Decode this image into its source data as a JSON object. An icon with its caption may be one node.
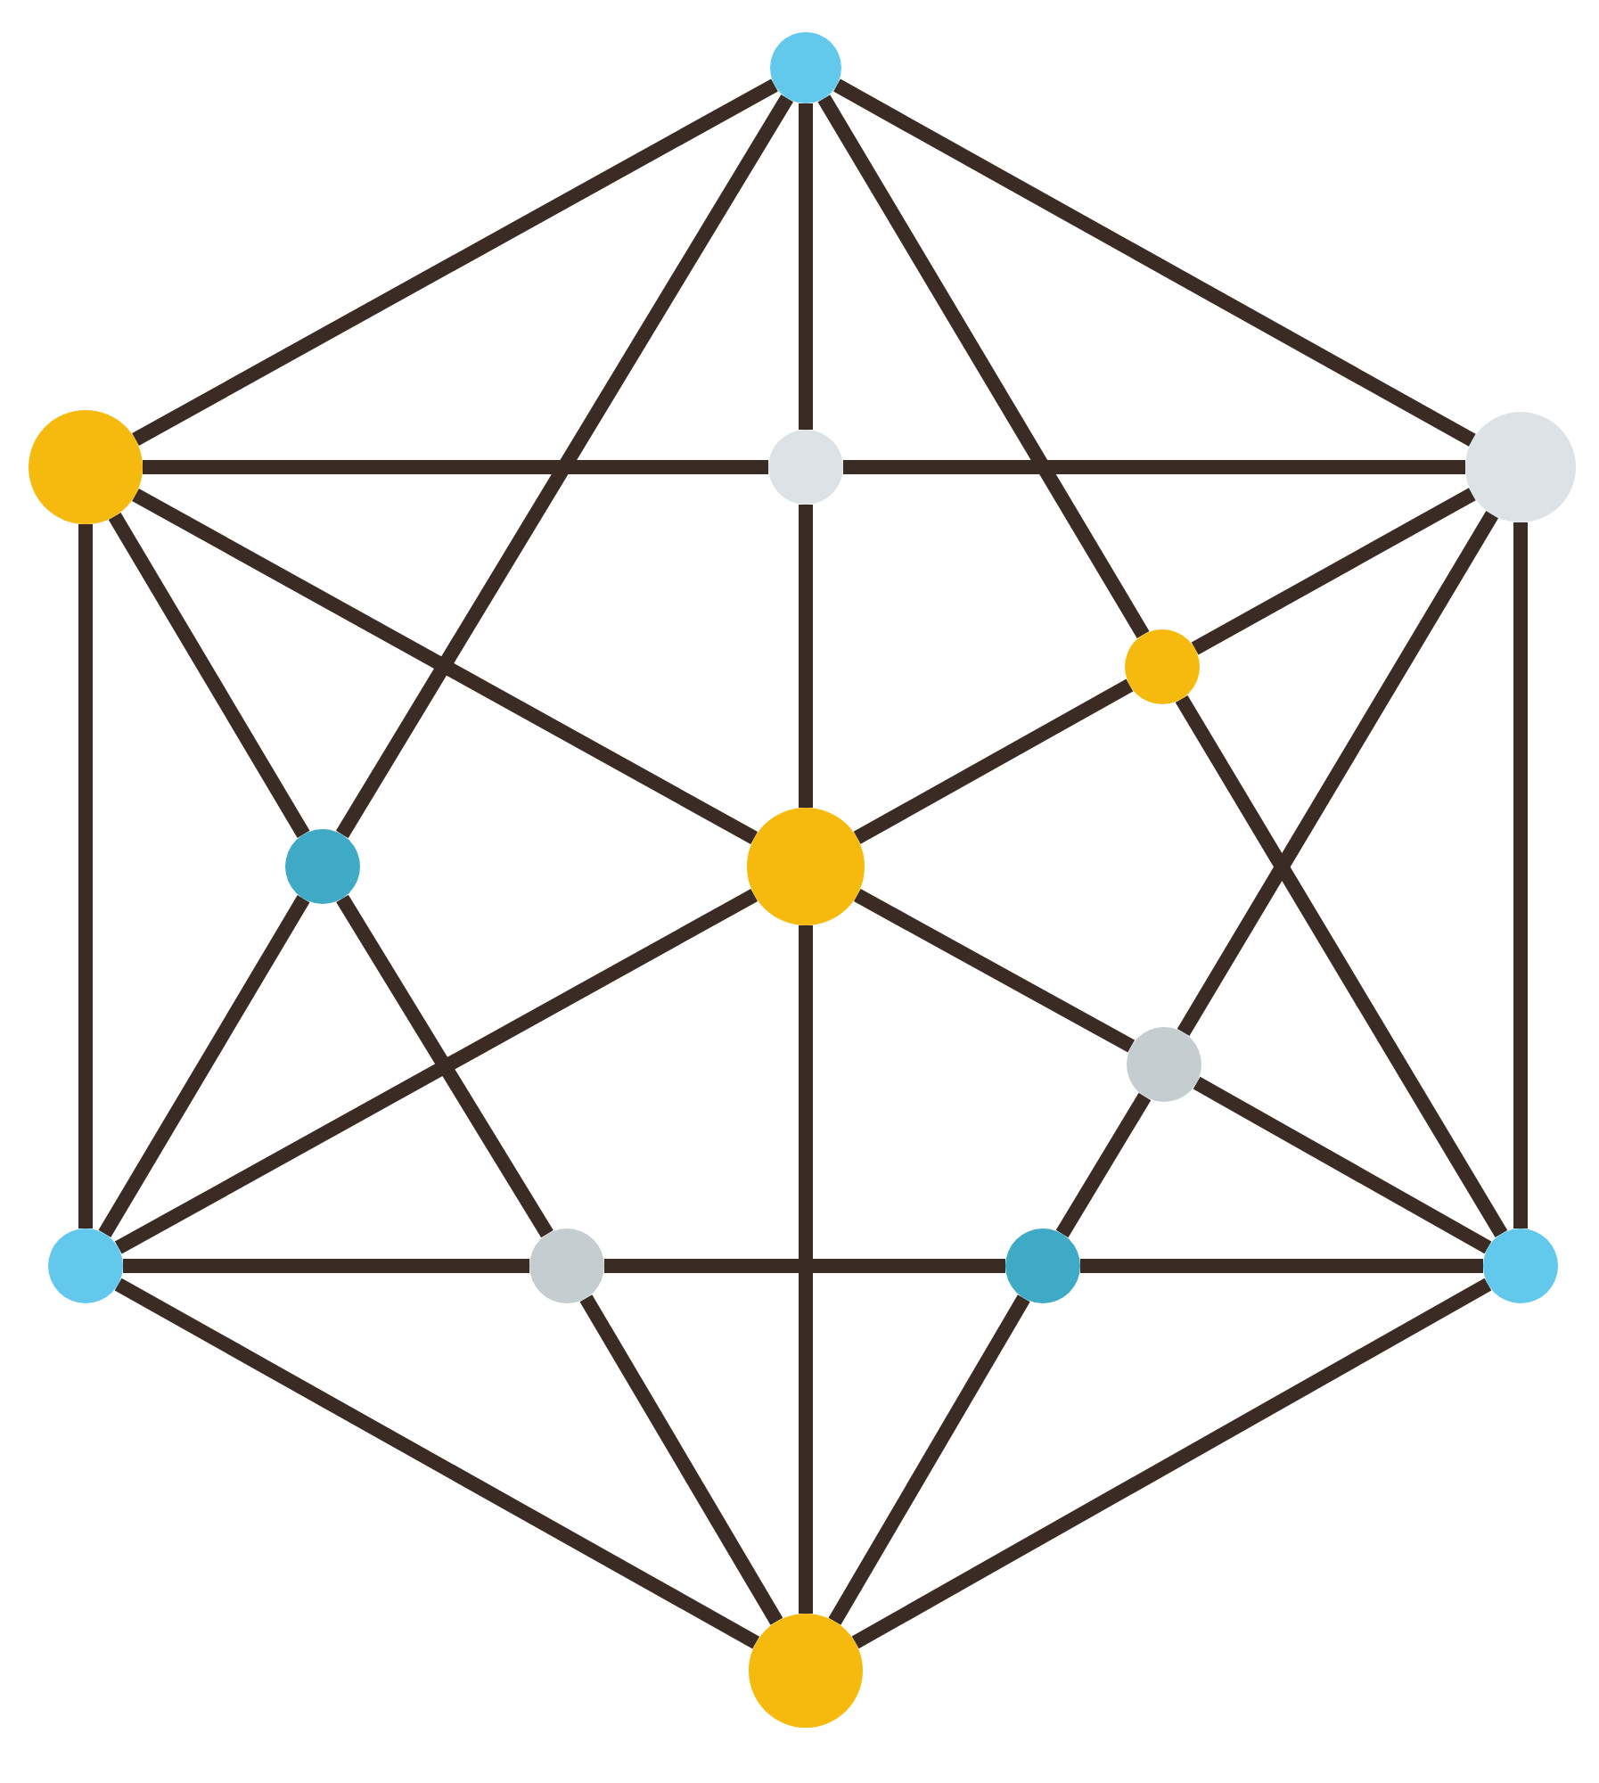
{
  "diagram": {
    "nodes": [
      {
        "text": [],
        "shape": "circle"
      },
      {
        "text": [],
        "shape": "circle"
      },
      {
        "text": [],
        "shape": "circle"
      },
      {
        "text": [],
        "shape": "circle"
      },
      {
        "text": [],
        "shape": "circle"
      },
      {
        "text": [],
        "shape": "circle"
      },
      {
        "text": [],
        "shape": "circle"
      },
      {
        "text": [],
        "shape": "circle"
      },
      {
        "text": [],
        "shape": "circle"
      },
      {
        "text": [],
        "shape": "circle"
      },
      {
        "text": [],
        "shape": "circle"
      },
      {
        "text": [],
        "shape": "circle"
      },
      {
        "text": [],
        "shape": "circle"
      }
    ],
    "edges": [
      {
        "from": 0,
        "to": 1,
        "arrow": "none"
      },
      {
        "from": 0,
        "to": 5,
        "arrow": "none"
      },
      {
        "from": 0,
        "to": 2,
        "arrow": "none"
      },
      {
        "from": 0,
        "to": 4,
        "arrow": "none"
      },
      {
        "from": 0,
        "to": 3,
        "arrow": "none"
      },
      {
        "from": 1,
        "to": 2,
        "arrow": "none"
      },
      {
        "from": 2,
        "to": 3,
        "arrow": "none"
      },
      {
        "from": 1,
        "to": 8,
        "arrow": "none"
      },
      {
        "from": 1,
        "to": 5,
        "arrow": "none"
      },
      {
        "from": 1,
        "to": 6,
        "arrow": "none"
      },
      {
        "from": 2,
        "to": 6,
        "arrow": "none"
      },
      {
        "from": 3,
        "to": 4,
        "arrow": "none"
      },
      {
        "from": 3,
        "to": 7,
        "arrow": "none"
      },
      {
        "from": 3,
        "to": 11,
        "arrow": "none"
      },
      {
        "from": 4,
        "to": 6,
        "arrow": "none"
      },
      {
        "from": 4,
        "to": 11,
        "arrow": "none"
      },
      {
        "from": 5,
        "to": 8,
        "arrow": "none"
      },
      {
        "from": 5,
        "to": 9,
        "arrow": "none"
      },
      {
        "from": 6,
        "to": 7,
        "arrow": "none"
      },
      {
        "from": 6,
        "to": 8,
        "arrow": "none"
      },
      {
        "from": 6,
        "to": 12,
        "arrow": "none"
      },
      {
        "from": 7,
        "to": 10,
        "arrow": "none"
      },
      {
        "from": 7,
        "to": 11,
        "arrow": "none"
      },
      {
        "from": 8,
        "to": 9,
        "arrow": "none"
      },
      {
        "from": 9,
        "to": 10,
        "arrow": "none"
      },
      {
        "from": 10,
        "to": 11,
        "arrow": "none"
      },
      {
        "from": 8,
        "to": 12,
        "arrow": "none"
      },
      {
        "from": 9,
        "to": 12,
        "arrow": "none"
      },
      {
        "from": 10,
        "to": 12,
        "arrow": "none"
      },
      {
        "from": 11,
        "to": 12,
        "arrow": "none"
      }
    ]
  }
}
